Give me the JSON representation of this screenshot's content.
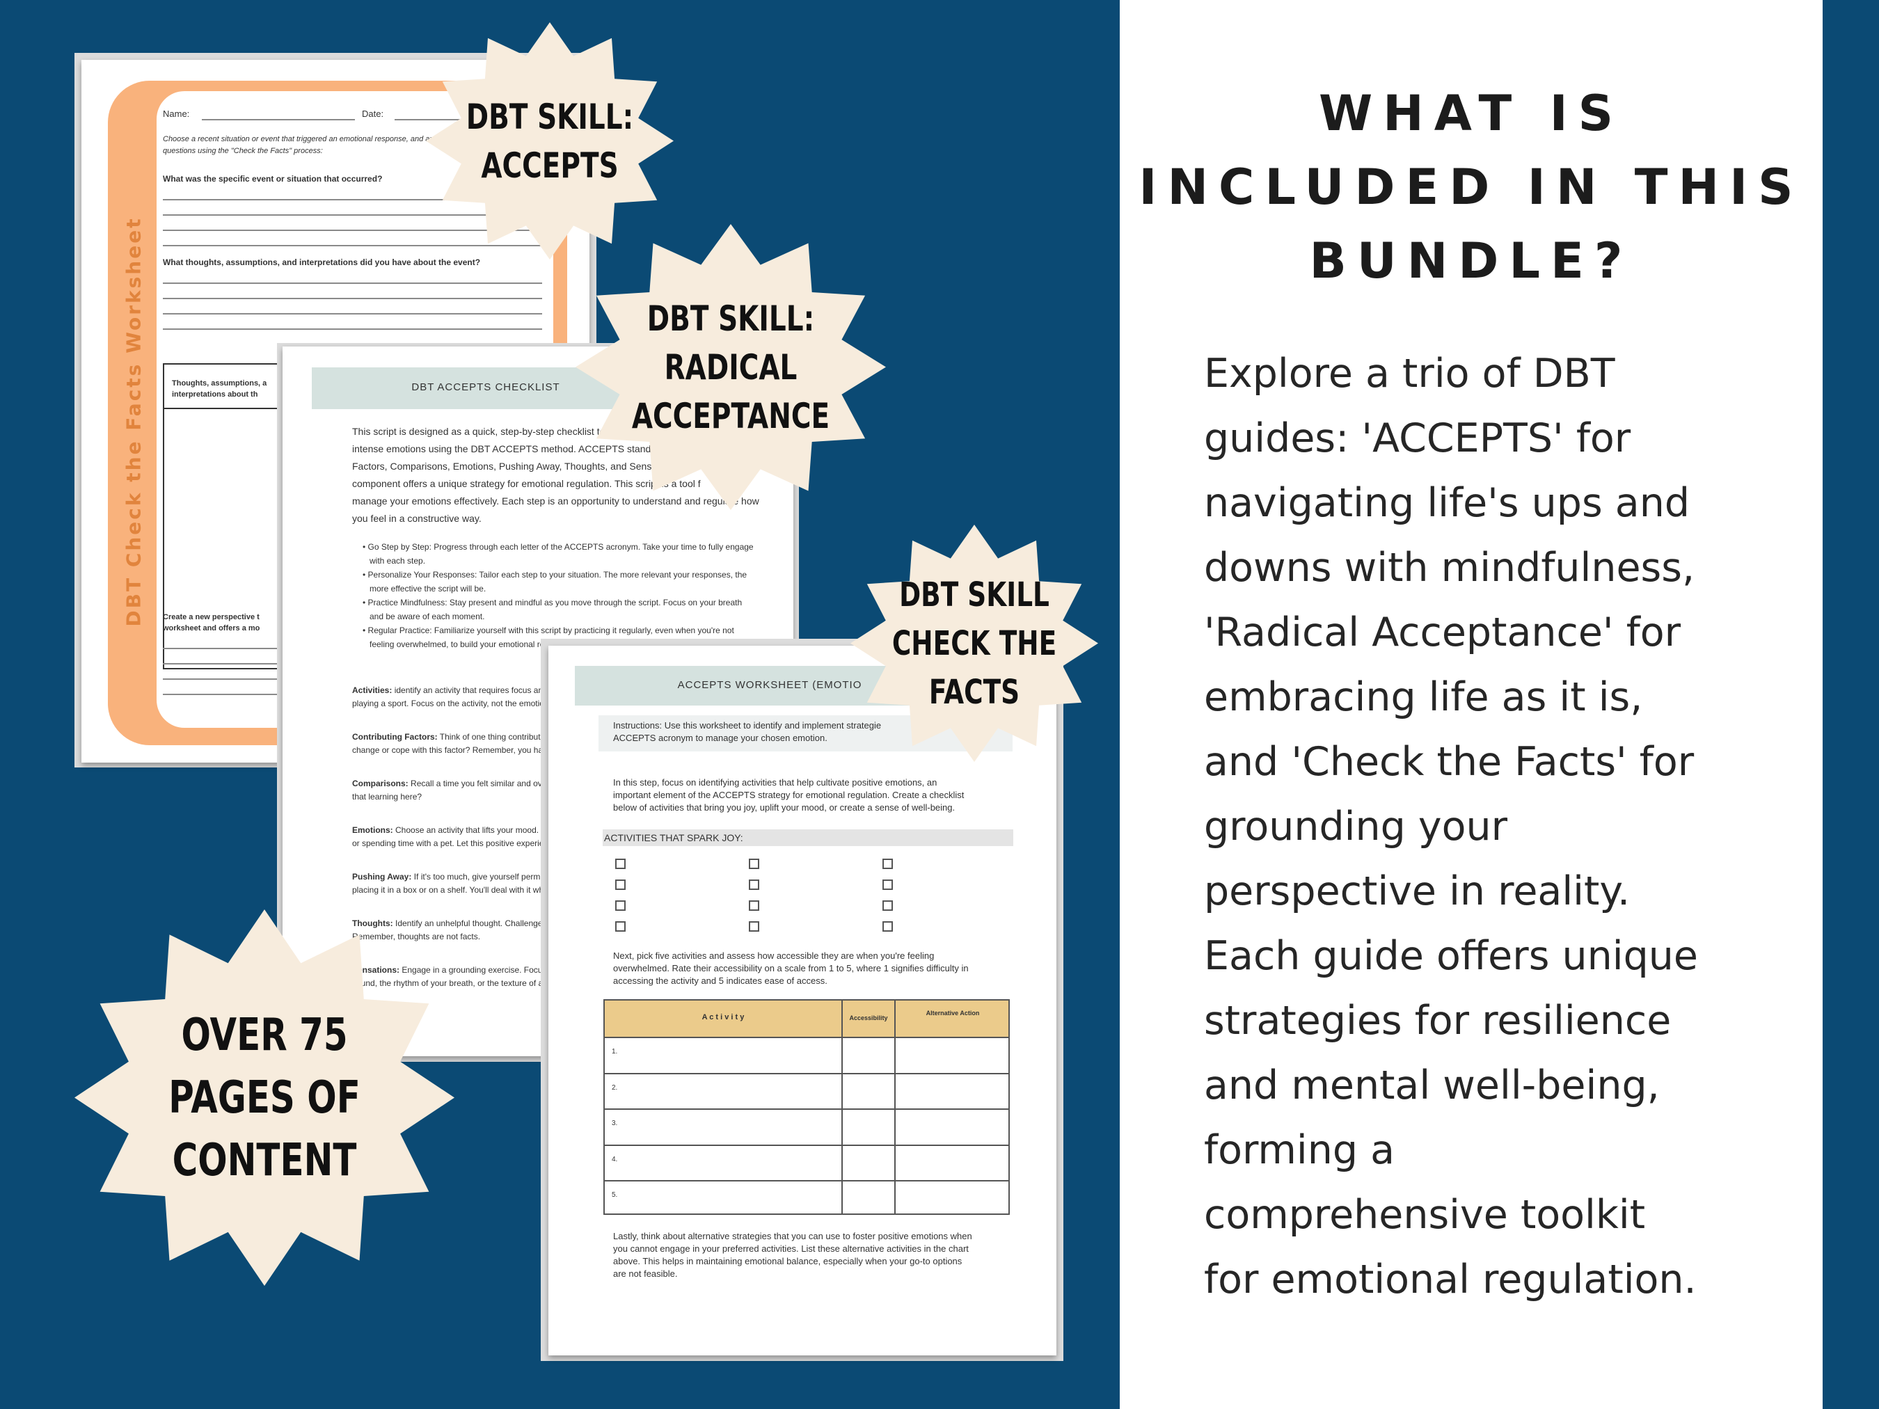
{
  "colors": {
    "navy": "#0b4a74",
    "cream": "#f7ecdd",
    "orange": "#f9b27c",
    "orange_text": "#e1843d",
    "teal": "#d5e2df",
    "table_header": "#ebcb8b"
  },
  "right_panel": {
    "title_lines": [
      "WHAT IS",
      "INCLUDED IN THIS",
      "BUNDLE?"
    ],
    "body_lines": [
      "Explore a trio of DBT",
      "guides: 'ACCEPTS' for",
      "navigating life's ups and",
      "downs with mindfulness,",
      "'Radical Acceptance' for",
      "embracing life as it is,",
      "and 'Check the Facts' for",
      "grounding your",
      "perspective in reality.",
      "Each guide offers unique",
      "strategies for resilience",
      "and mental well-being,",
      "forming a",
      "comprehensive toolkit",
      "for emotional regulation."
    ]
  },
  "badges": {
    "accepts": [
      "DBT SKILL:",
      "ACCEPTS"
    ],
    "radical": [
      "DBT SKILL:",
      "RADICAL",
      "ACCEPTANCE"
    ],
    "facts": [
      "DBT SKILL",
      "CHECK THE",
      "FACTS"
    ],
    "pages": [
      "OVER 75",
      "PAGES OF",
      "CONTENT"
    ]
  },
  "facts_sheet": {
    "vertical_title": "DBT Check the Facts Worksheet",
    "name_label": "Name:",
    "date_label": "Date:",
    "intro": "Choose a recent situation or event that triggered an emotional response, and answer the following questions using the \"Check the Facts\" process:",
    "q1": "What was the specific event or situation that occurred?",
    "q2": "What thoughts, assumptions, and interpretations did you have about the event?",
    "box_label_1": "Thoughts, assumptions, a",
    "box_label_2": "interpretations about th",
    "bottom_1": "Create a new perspective t",
    "bottom_2": "worksheet and offers a mo"
  },
  "checklist": {
    "header": "DBT ACCEPTS CHECKLIST",
    "intro_lines": [
      "This script is designed as a quick, step-by-step checklist to help you navi",
      "intense emotions using the DBT ACCEPTS method. ACCEPTS stands for Activities, C",
      "Factors, Comparisons, Emotions, Pushing Away, Thoughts, and Sensations, and ea",
      "component offers a unique strategy for emotional regulation. This script is a tool f",
      "manage your emotions effectively. Each step is an opportunity to understand and regulate how",
      "you feel in a constructive way."
    ],
    "bullets": [
      "Go Step by Step: Progress through each letter of the ACCEPTS acronym. Take your time to fully engage",
      "with each step.",
      "Personalize Your Responses: Tailor each step to your situation. The more relevant your responses, the",
      "more effective the script will be.",
      "Practice Mindfulness: Stay present and mindful as you move through the script. Focus on your breath",
      "and be aware of each moment.",
      "Regular Practice: Familiarize yourself with this script by practicing it regularly, even when you're not",
      "feeling overwhelmed, to build your emotional re"
    ],
    "items": [
      {
        "label": "Activities:",
        "text": " identify an activity that requires focus and bri",
        "text2": "playing a sport. Focus on the activity, not the emotion."
      },
      {
        "label": "Contributing Factors:",
        "text": " Think of one thing contributing",
        "text2": "change or cope with this factor? Remember, you have con"
      },
      {
        "label": "Comparisons:",
        "text": " Recall a time you felt similar and overcam",
        "text2": "that learning here?"
      },
      {
        "label": "Emotions:",
        "text": " Choose an activity that lifts your mood. This c",
        "text2": "or spending time with a pet. Let this positive experience f"
      },
      {
        "label": "Pushing Away:",
        "text": " If it's too much, give yourself permissio",
        "text2": "placing it in a box or on a shelf. You'll deal with it when y"
      },
      {
        "label": "Thoughts:",
        "text": " Identify an unhelpful thought. Challenge it. R",
        "text2": "Remember, thoughts are not facts."
      },
      {
        "label": "Sensations:",
        "text": " Engage in a grounding exercise. Focus on p",
        "text2": "sound, the rhythm of your breath, or the texture of an ob"
      }
    ]
  },
  "worksheet": {
    "header": "ACCEPTS WORKSHEET (EMOTIO",
    "instructions_1": "Instructions: Use this worksheet to identify and implement strategie",
    "instructions_2": "ACCEPTS acronym to manage your chosen emotion.",
    "step_lines": [
      "In this step, focus on identifying activities that help cultivate positive emotions, an",
      "important element of the ACCEPTS strategy for emotional regulation. Create a checklist",
      "below of activities that bring you joy, uplift your mood, or create a sense of well-being."
    ],
    "spark_label": "ACTIVITIES THAT SPARK JOY:",
    "next_lines": [
      "Next, pick five activities and assess how accessible they are when you're feeling",
      "overwhelmed. Rate their accessibility on a scale from 1 to 5, where 1 signifies difficulty in",
      "accessing the activity and 5 indicates ease of access."
    ],
    "table_headers": [
      "A c t i v i t y",
      "Accessibility",
      "Alternative Action"
    ],
    "rows": [
      "1.",
      "2.",
      "3.",
      "4.",
      "5."
    ],
    "last_lines": [
      "Lastly, think about alternative strategies that you can use to foster positive emotions when",
      "you cannot engage in your preferred activities. List these alternative activities in the chart",
      "above. This helps in maintaining emotional balance, especially when your go-to options",
      "are not feasible."
    ]
  }
}
